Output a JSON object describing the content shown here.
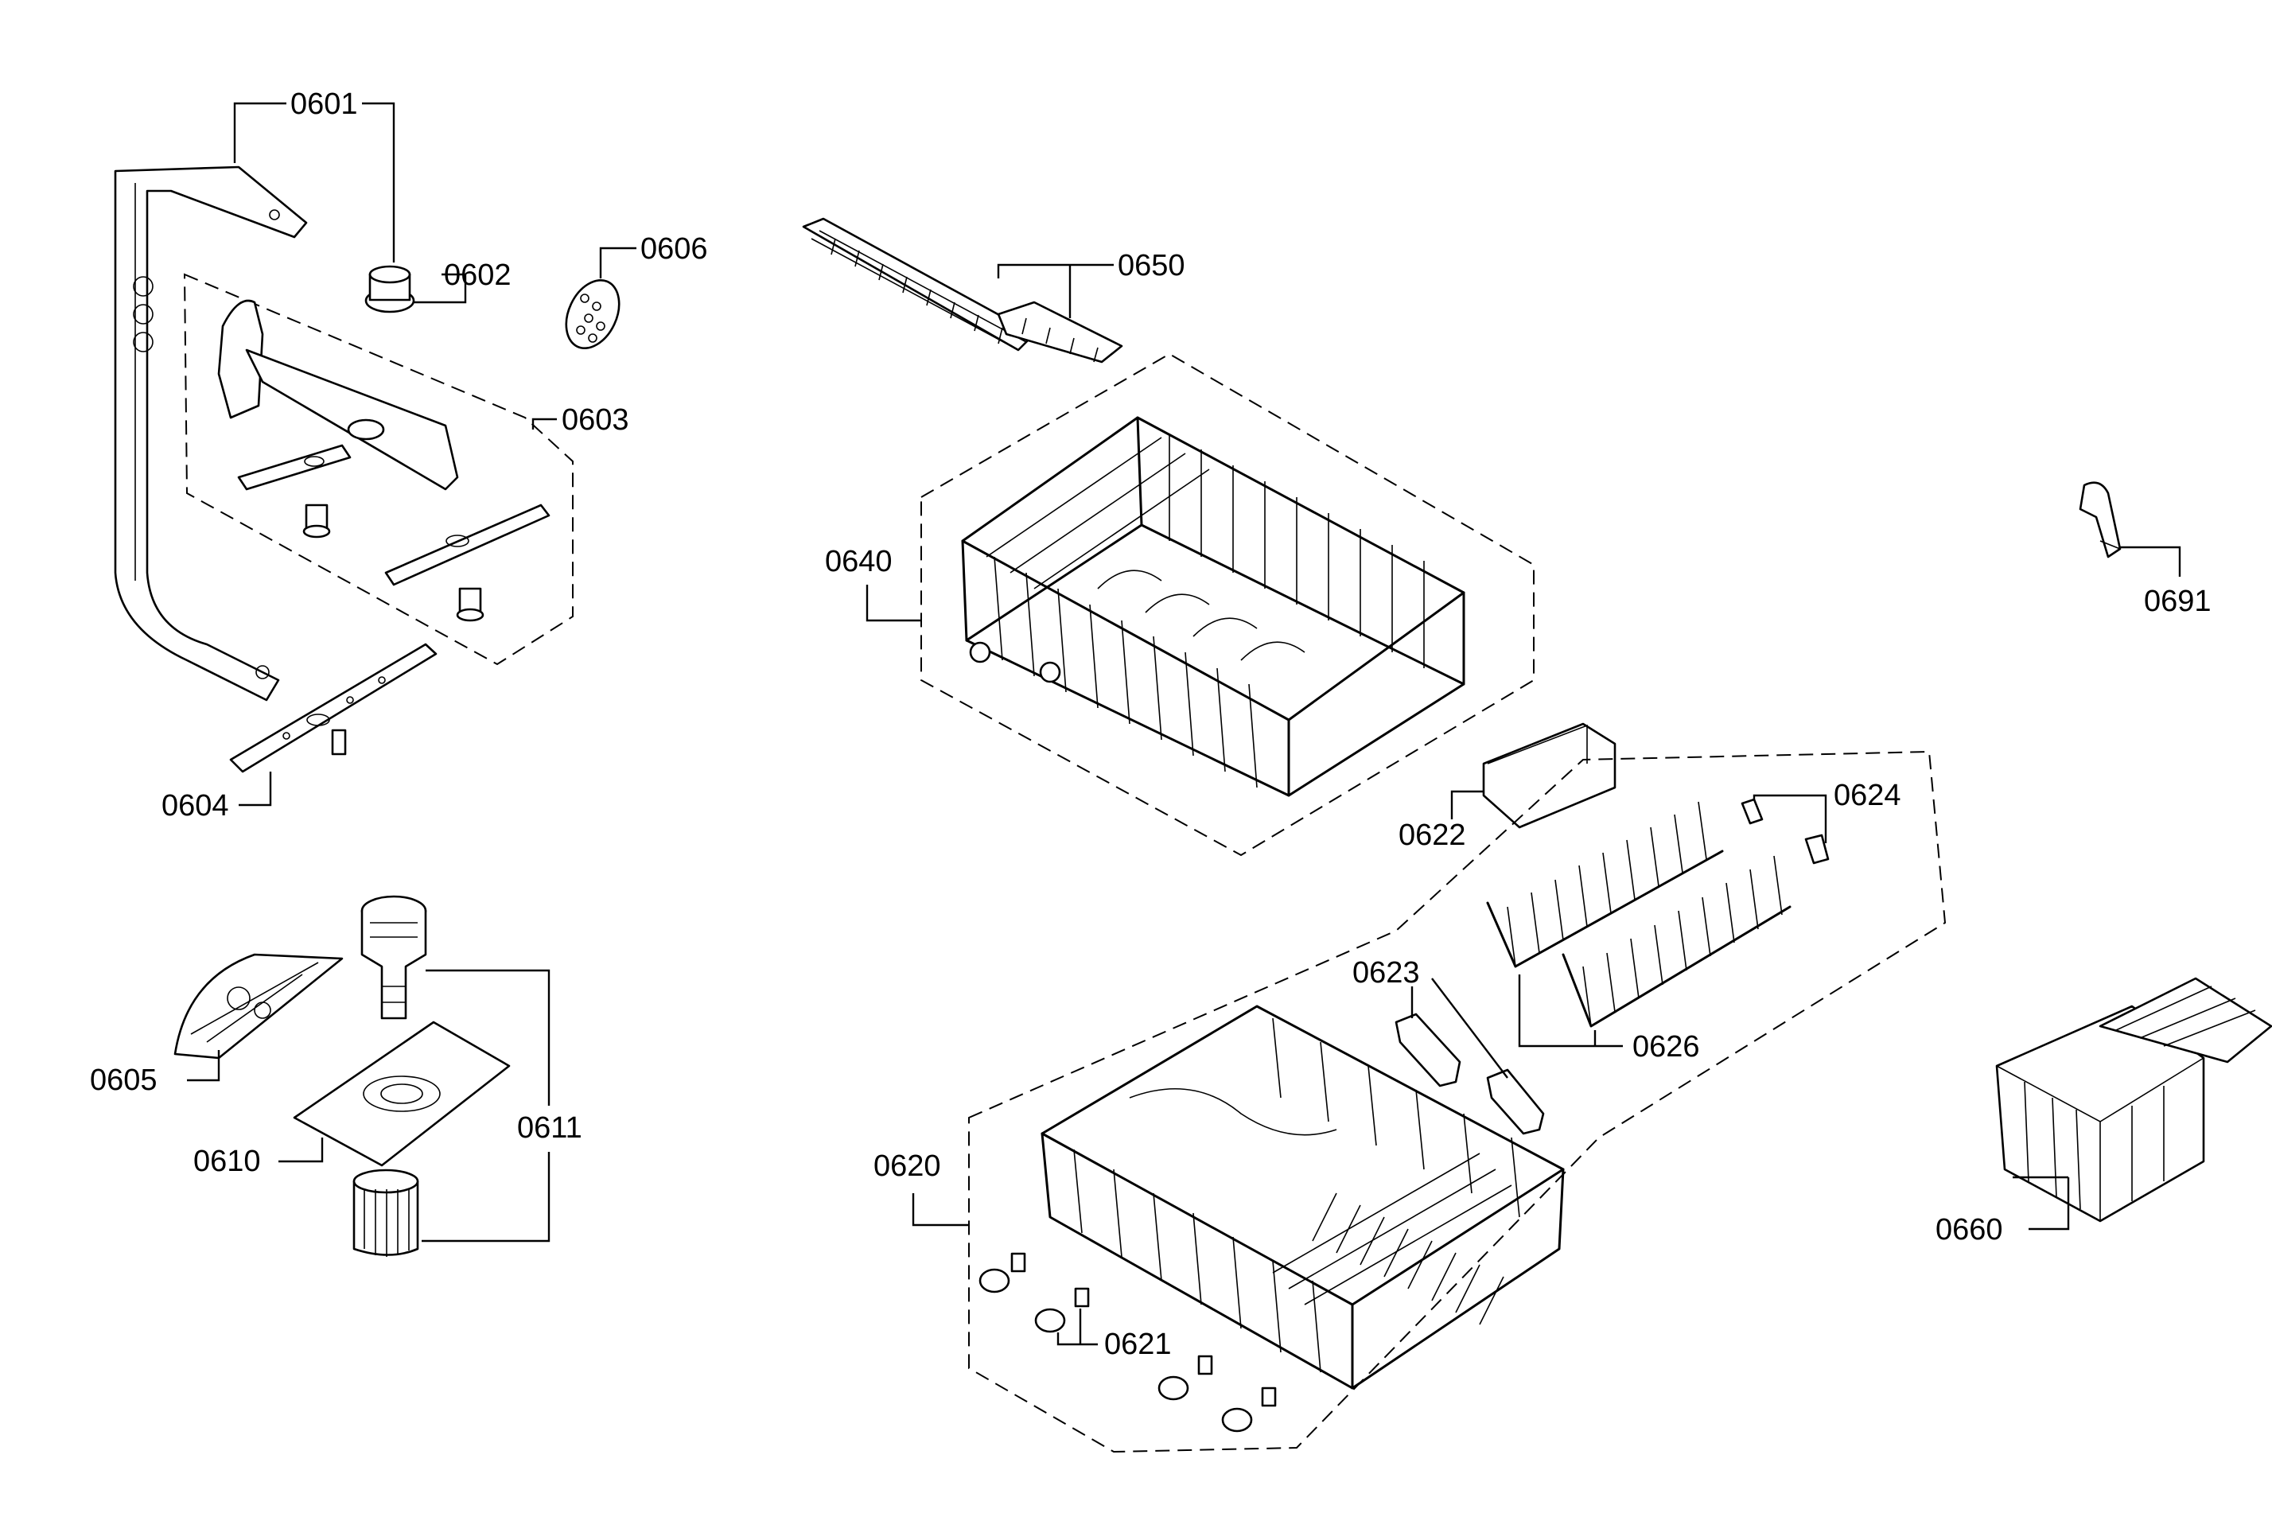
{
  "labels": {
    "l0601": "0601",
    "l0602": "0602",
    "l0603": "0603",
    "l0604": "0604",
    "l0605": "0605",
    "l0606": "0606",
    "l0610": "0610",
    "l0611": "0611",
    "l0620": "0620",
    "l0621": "0621",
    "l0622": "0622",
    "l0623": "0623",
    "l0624": "0624",
    "l0626": "0626",
    "l0640": "0640",
    "l0650": "0650",
    "l0660": "0660",
    "l0691": "0691"
  }
}
